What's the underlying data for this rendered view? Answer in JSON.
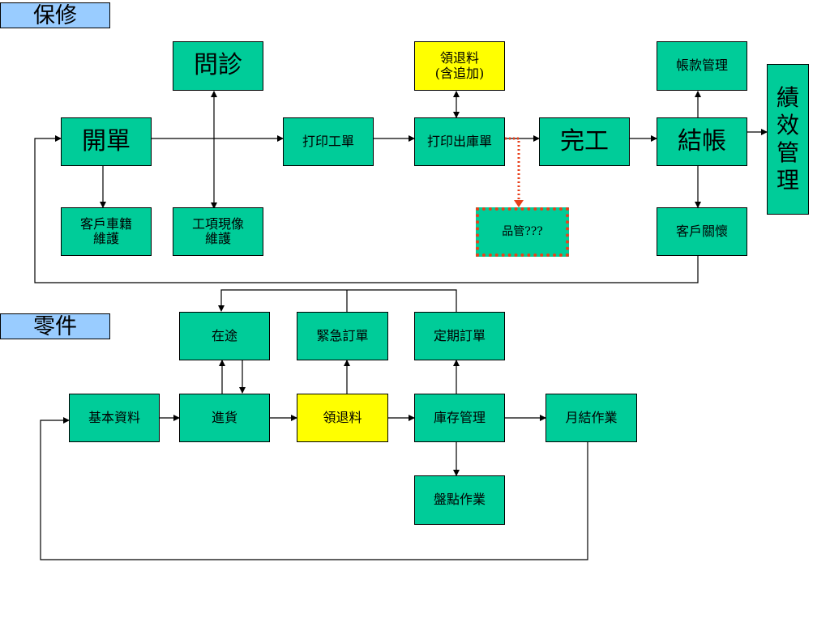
{
  "sections": {
    "warranty": "保修",
    "parts": "零件"
  },
  "warranty_flow": {
    "open_order": "開單",
    "diagnosis": "問診",
    "print_work_order": "打印工單",
    "material_issue": "領退料\n(含追加)",
    "print_outbound": "打印出庫單",
    "complete": "完工",
    "checkout": "結帳",
    "performance": "績\n效\n管\n理",
    "accounts": "帳款管理",
    "customer_vehicle": "客戶車籍\n維護",
    "work_item": "工項現像\n維護",
    "quality": "品管???",
    "customer_care": "客戶關懷"
  },
  "parts_flow": {
    "in_transit": "在途",
    "urgent_order": "緊急訂單",
    "regular_order": "定期訂單",
    "basic_data": "基本資料",
    "receiving": "進貨",
    "material_issue": "領退料",
    "inventory": "庫存管理",
    "month_end": "月結作業",
    "stock_take": "盤點作業"
  },
  "colors": {
    "box": "#00cc99",
    "highlight": "#ffff00",
    "section_label": "#99ccff",
    "quality_border": "#e8401c",
    "line": "#000000"
  }
}
